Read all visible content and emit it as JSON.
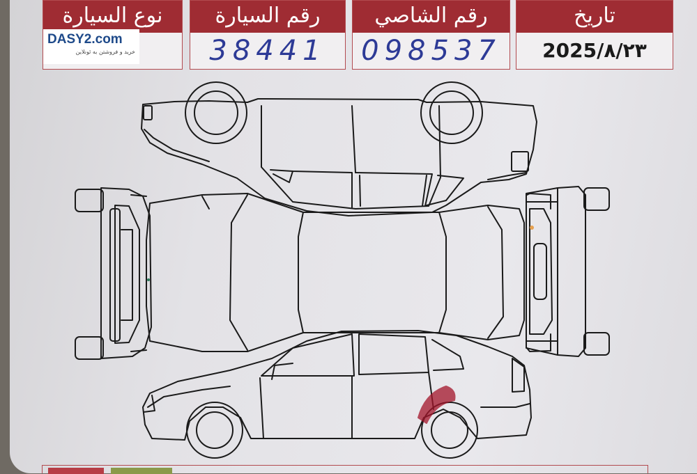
{
  "form": {
    "car_type": {
      "label": "نوع السيارة",
      "value": ""
    },
    "plate_number": {
      "label": "رقم السيارة",
      "value": "38441"
    },
    "chassis_number": {
      "label": "رقم الشاصي",
      "value": "098537"
    },
    "date": {
      "label": "تاريخ",
      "value": "2025/٨/٢٣"
    }
  },
  "watermark": {
    "brand": "DASY2.com",
    "tagline": "خرید و فروشتن به ئونلاین"
  },
  "colors": {
    "header_red": "#9f2c33",
    "ink_blue": "#2d3a96",
    "damage_mark": "#a3152a"
  },
  "diagram": {
    "views": [
      "top-side-view",
      "top-plan-view",
      "front-view",
      "rear-view",
      "bottom-side-view"
    ],
    "damage_marks": [
      {
        "view": "bottom-side-view",
        "area": "rear-wheel-arch"
      }
    ]
  }
}
